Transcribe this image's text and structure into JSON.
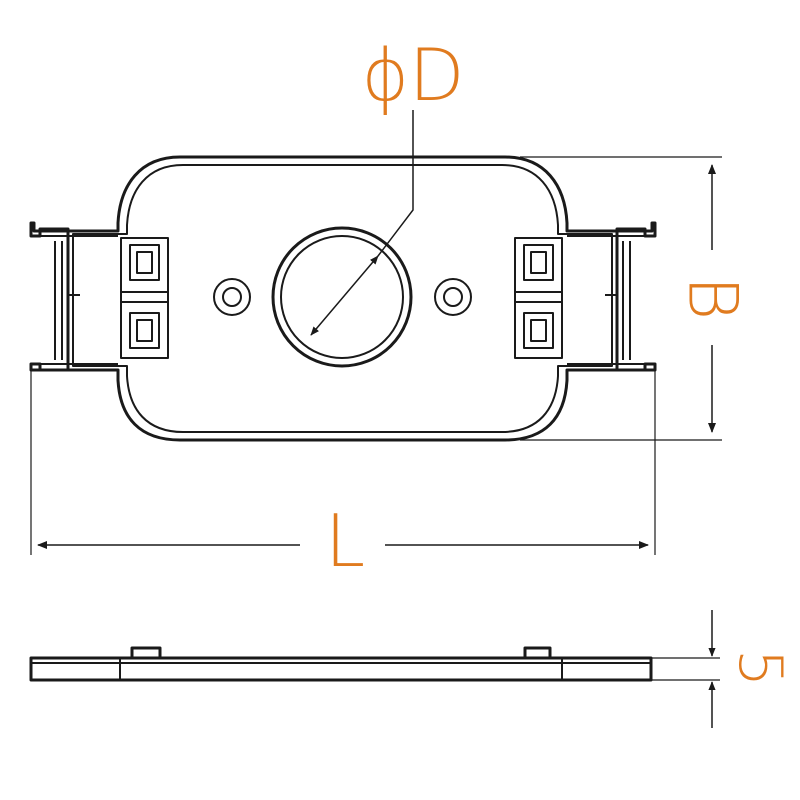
{
  "labels": {
    "diameter": "ϕD",
    "width": "B",
    "length": "L",
    "thickness": "5"
  },
  "colors": {
    "label": "#e07b1f",
    "line": "#1a1a1a",
    "background": "#ffffff"
  }
}
